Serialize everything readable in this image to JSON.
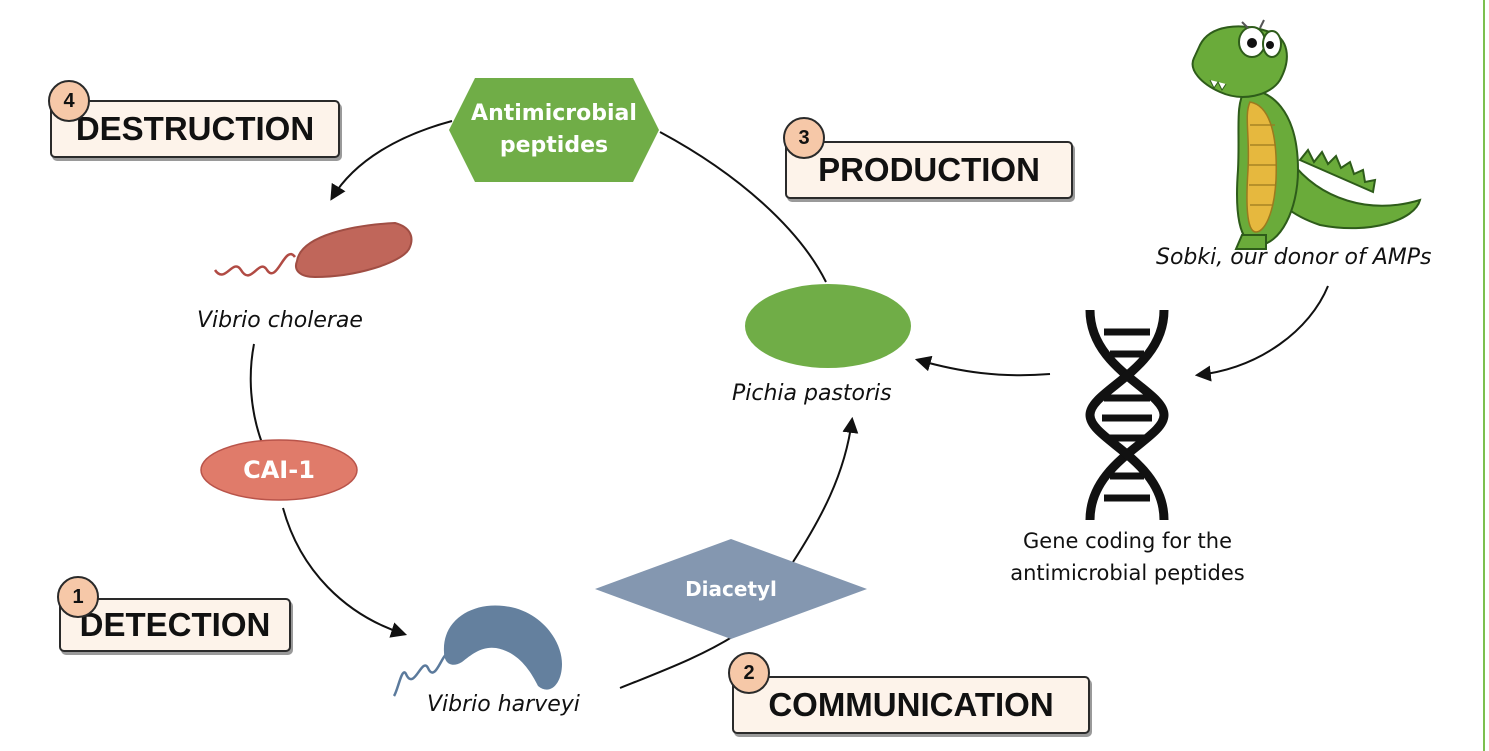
{
  "steps": [
    {
      "number": "4",
      "label": "DESTRUCTION"
    },
    {
      "number": "3",
      "label": "PRODUCTION"
    },
    {
      "number": "1",
      "label": "DETECTION"
    },
    {
      "number": "2",
      "label": "COMMUNICATION"
    }
  ],
  "nodes": {
    "amp": "Antimicrobial peptides",
    "cai1": "CAI-1",
    "diacetyl": "Diacetyl"
  },
  "organisms": {
    "vibrio_cholerae": "Vibrio cholerae",
    "vibrio_harveyi": "Vibrio harveyi",
    "pichia": "Pichia pastoris",
    "sobki": "Sobki, our donor of AMPs"
  },
  "gene": {
    "line1": "Gene coding for the",
    "line2": "antimicrobial peptides"
  },
  "colors": {
    "amp": "#70ad47",
    "pichia": "#70ad47",
    "cai1": "#e07b6a",
    "diacetyl": "#8497b0",
    "cholerae": "#c0665a",
    "harveyi": "#64809e",
    "step_fill": "#fdf3ea",
    "step_badge": "#f6c8a8"
  }
}
